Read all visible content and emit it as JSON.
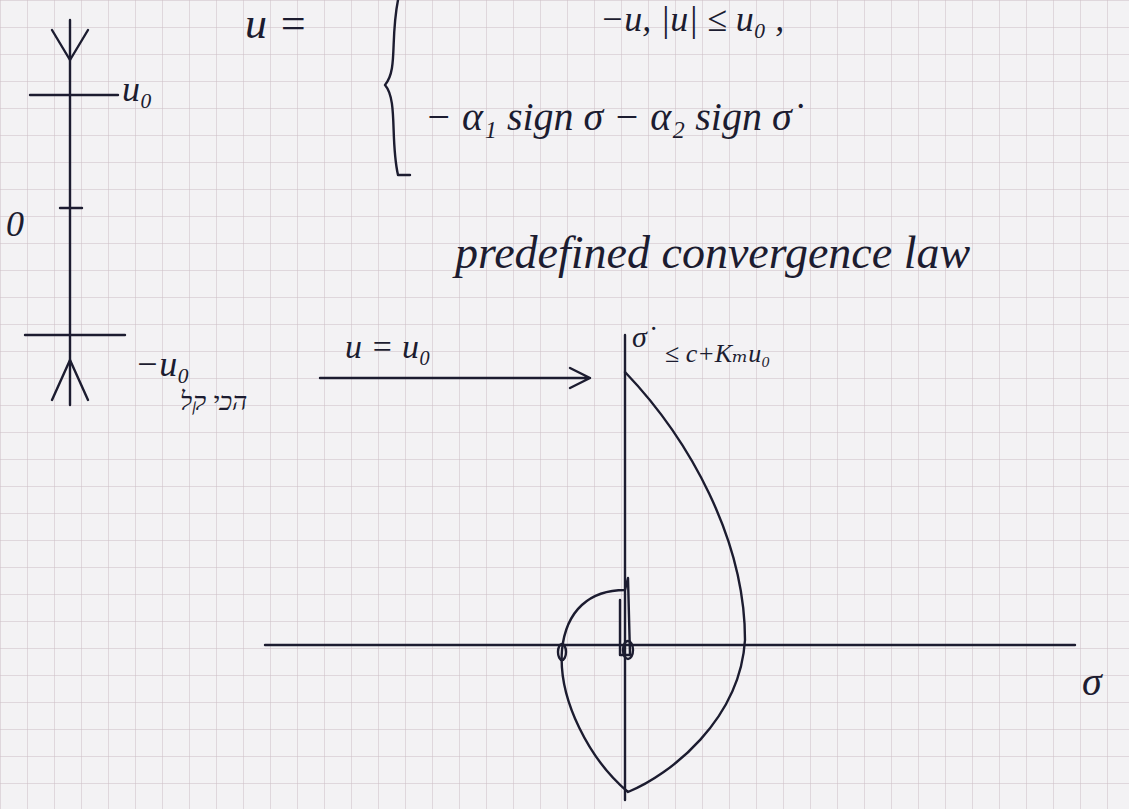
{
  "diagram": {
    "labels": [
      "u =",
      "−u, |u| ≤ u₀ ,",
      "− α₁ sign σ − α₂ sign σ̇",
      "u₀",
      "0",
      "−u₀",
      "predefined convergence law",
      "u = u₀",
      "הכי קל",
      "σ̇",
      "≤ c+Kₘu₀",
      "σ"
    ]
  }
}
